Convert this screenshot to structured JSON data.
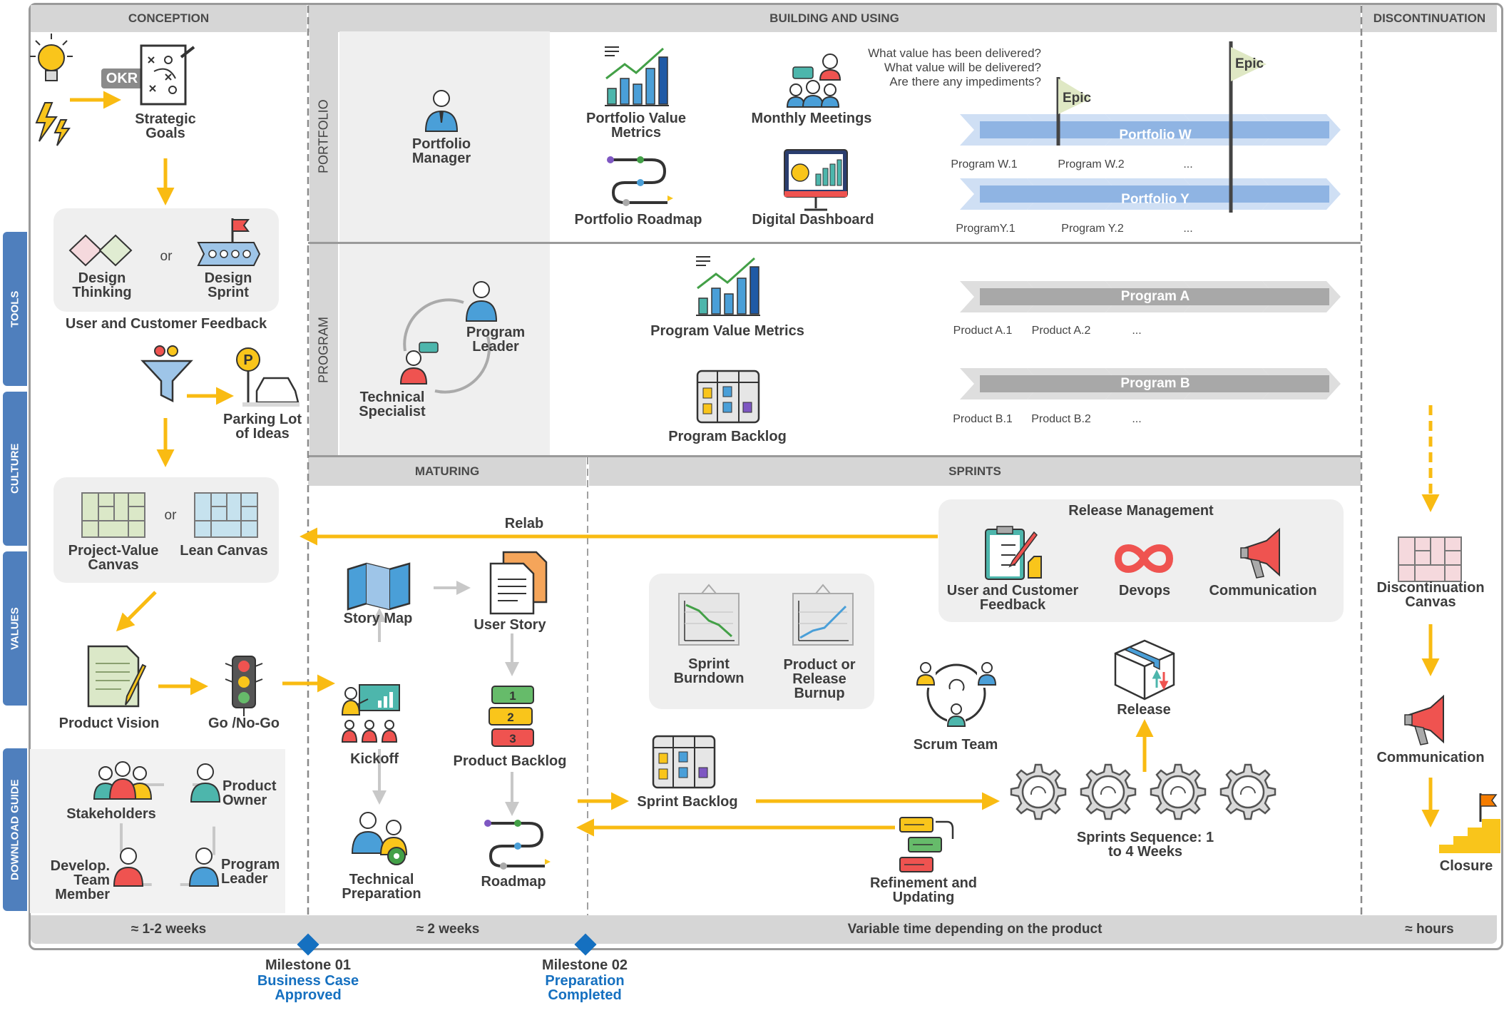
{
  "phases": {
    "conception": "CONCEPTION",
    "building": "BUILDING AND USING",
    "discontinuation": "DISCONTINUATION",
    "maturing": "MATURING",
    "sprints": "SPRINTS"
  },
  "side_tabs": [
    "TOOLS",
    "CULTURE",
    "VALUES",
    "DOWNLOAD GUIDE"
  ],
  "rows": {
    "portfolio": "PORTFOLIO",
    "program": "PROGRAM"
  },
  "conception": {
    "okr": "OKR",
    "strategic_goals": "Strategic Goals",
    "design_thinking": "Design Thinking",
    "or1": "or",
    "design_sprint": "Design Sprint",
    "feedback": "User and Customer Feedback",
    "parking_lot_p": "P",
    "parking_lot": "Parking Lot of Ideas",
    "project_value_canvas": "Project-Value Canvas",
    "or2": "or",
    "lean_canvas": "Lean Canvas",
    "product_vision": "Product Vision",
    "go_no_go": "Go /No-Go",
    "stakeholders": "Stakeholders",
    "product_owner": "Product Owner",
    "develop_team": "Develop. Team Member",
    "program_leader": "Program Leader"
  },
  "portfolio": {
    "manager": "Portfolio Manager",
    "value_metrics": "Portfolio Value Metrics",
    "monthly_meetings": "Monthly Meetings",
    "questions": [
      "What value has been delivered?",
      "What value will be delivered?",
      "Are there any impediments?"
    ],
    "roadmap": "Portfolio Roadmap",
    "dashboard": "Digital Dashboard",
    "epic1": "Epic",
    "epic2": "Epic",
    "lane_w": "Portfolio W",
    "lane_w_items": [
      "Program W.1",
      "Program W.2",
      "..."
    ],
    "lane_y": "Portfolio Y",
    "lane_y_items": [
      "ProgramY.1",
      "Program Y.2",
      "..."
    ]
  },
  "program": {
    "leader": "Program Leader",
    "specialist": "Technical Specialist",
    "value_metrics": "Program Value Metrics",
    "backlog": "Program Backlog",
    "lane_a": "Program A",
    "lane_a_items": [
      "Product A.1",
      "Product A.2",
      "..."
    ],
    "lane_b": "Program B",
    "lane_b_items": [
      "Product B.1",
      "Product B.2",
      "..."
    ]
  },
  "maturing": {
    "relab": "Relab",
    "story_map": "Story Map",
    "user_story": "User Story",
    "kickoff": "Kickoff",
    "product_backlog": "Product Backlog",
    "backlog_items": [
      "1",
      "2",
      "3"
    ],
    "tech_prep": "Technical Preparation",
    "roadmap": "Roadmap"
  },
  "sprints": {
    "release_mgmt": "Release Management",
    "feedback": "User and Customer Feedback",
    "devops": "Devops",
    "communication": "Communication",
    "sprint_burndown": "Sprint Burndown",
    "release_burnup": "Product or Release Burnup",
    "scrum_team": "Scrum Team",
    "release": "Release",
    "sprint_backlog": "Sprint Backlog",
    "refinement": "Refinement and Updating",
    "sequence": "Sprints Sequence: 1 to 4 Weeks"
  },
  "discontinuation": {
    "canvas": "Discontinuation Canvas",
    "communication": "Communication",
    "closure": "Closure"
  },
  "durations": [
    "≈ 1-2 weeks",
    "≈ 2 weeks",
    "Variable time depending on the product",
    "≈ hours"
  ],
  "milestones": [
    {
      "title": "Milestone 01",
      "sub": "Business Case Approved"
    },
    {
      "title": "Milestone 02",
      "sub": "Preparation Completed"
    }
  ],
  "colors": {
    "arrow": "#f9bb12",
    "tab": "#4f7fbd",
    "milestone": "#1570c0",
    "portfolio_lane": "#8fb4e3",
    "program_lane": "#a8a8a8"
  }
}
